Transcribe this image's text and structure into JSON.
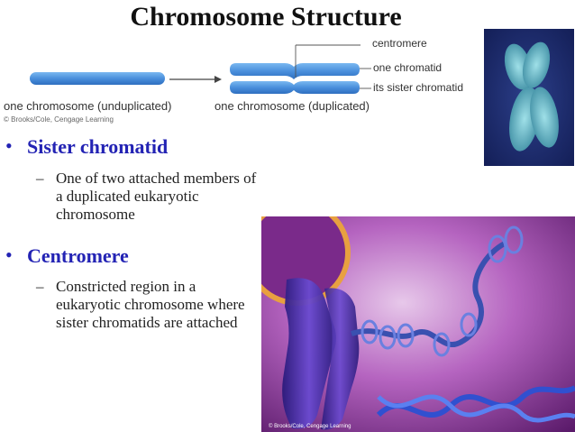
{
  "slide": {
    "title": "Chromosome Structure"
  },
  "diagram": {
    "label_unduplicated": "one chromosome (unduplicated)",
    "label_duplicated": "one chromosome (duplicated)",
    "label_centromere": "centromere",
    "label_one_chromatid": "one chromatid",
    "label_sister": "its sister chromatid",
    "credit": "© Brooks/Cole, Cengage Learning"
  },
  "bullets": [
    {
      "heading": "Sister chromatid",
      "detail": "One of two attached members of a duplicated eukaryotic chromosome"
    },
    {
      "heading": "Centromere",
      "detail": "Constricted region in a eukaryotic chromosome where sister chromatids are attached"
    }
  ],
  "colors": {
    "bullet_heading": "#2323b4",
    "chromosome_blue": "#4a8fdc",
    "micrograph_bg": "#1a2a6a",
    "illustration_bg": "#a040b0"
  }
}
